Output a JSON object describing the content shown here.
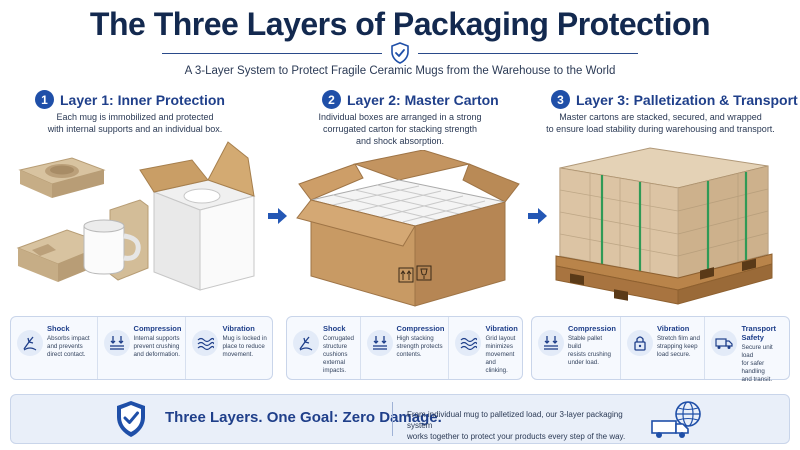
{
  "header": {
    "title": "The Three Layers of Packaging Protection",
    "subtitle": "A 3-Layer System to Protect Fragile Ceramic Mugs from the Warehouse to the World"
  },
  "layers": [
    {
      "number": "1",
      "title": "Layer 1: Inner Protection",
      "desc_line1": "Each mug is immobilized and protected",
      "desc_line2": "with internal supports and an individual box.",
      "features": [
        {
          "icon": "shock-icon",
          "title": "Shock",
          "lines": [
            "Absorbs impact",
            "and prevents",
            "direct contact."
          ]
        },
        {
          "icon": "compression-icon",
          "title": "Compression",
          "lines": [
            "Internal supports",
            "prevent crushing",
            "and deformation."
          ]
        },
        {
          "icon": "vibration-icon",
          "title": "Vibration",
          "lines": [
            "Mug is locked in",
            "place to reduce",
            "movement."
          ]
        }
      ]
    },
    {
      "number": "2",
      "title": "Layer 2: Master Carton",
      "desc_line1": "Individual boxes are arranged in a strong",
      "desc_line2": "corrugated carton for stacking strength",
      "desc_line3": "and shock absorption.",
      "features": [
        {
          "icon": "shock-icon",
          "title": "Shock",
          "lines": [
            "Corrugated structure",
            "cushions external",
            "impacts."
          ]
        },
        {
          "icon": "compression-icon",
          "title": "Compression",
          "lines": [
            "High stacking",
            "strength protects",
            "contents."
          ]
        },
        {
          "icon": "vibration-icon",
          "title": "Vibration",
          "lines": [
            "Grid layout minimizes",
            "movement and",
            "clinking."
          ]
        }
      ]
    },
    {
      "number": "3",
      "title": "Layer 3: Palletization & Transport",
      "desc_line1": "Master cartons are stacked, secured, and wrapped",
      "desc_line2": "to ensure load stability during warehousing and transport.",
      "features": [
        {
          "icon": "compression-icon",
          "title": "Compression",
          "lines": [
            "Stable pallet build",
            "resists crushing",
            "under load."
          ]
        },
        {
          "icon": "lock-icon",
          "title": "Vibration",
          "lines": [
            "Stretch film and",
            "strapping keep",
            "load secure."
          ]
        },
        {
          "icon": "truck-icon",
          "title": "Transport Safety",
          "lines": [
            "Secure unit load",
            "for safer handling",
            "and transit."
          ]
        }
      ]
    }
  ],
  "footer": {
    "goal": "Three Layers. One Goal: Zero Damage.",
    "desc_line1": "From individual mug to palletized load, our 3-layer packaging system",
    "desc_line2": "works together to protect your products every step of the way."
  },
  "colors": {
    "accent": "#1f4fa8",
    "navy": "#13294f",
    "cardboard": "#c79a62",
    "panel": "#f6f9fe"
  }
}
